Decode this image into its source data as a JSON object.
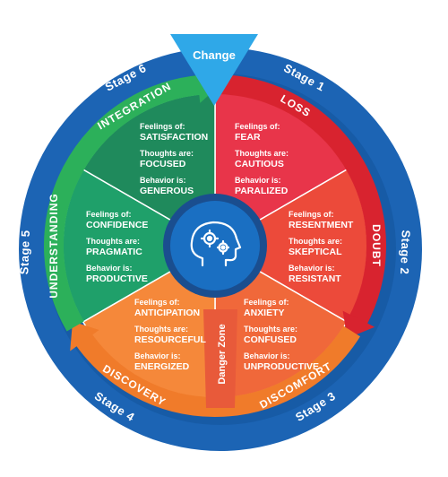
{
  "change_label": "Change",
  "danger_zone_label": "Danger Zone",
  "stages": [
    {
      "stage_label": "Stage 1",
      "name": "LOSS",
      "feelings_label": "Feelings of:",
      "feelings": "FEAR",
      "thoughts_label": "Thoughts are:",
      "thoughts": "CAUTIOUS",
      "behavior_label": "Behavior is:",
      "behavior": "PARALIZED",
      "color": "#e8354a"
    },
    {
      "stage_label": "Stage 2",
      "name": "DOUBT",
      "feelings_label": "Feelings of:",
      "feelings": "RESENTMENT",
      "thoughts_label": "Thoughts are:",
      "thoughts": "SKEPTICAL",
      "behavior_label": "Behavior is:",
      "behavior": "RESISTANT",
      "color": "#ec4a3a"
    },
    {
      "stage_label": "Stage 3",
      "name": "DISCOMFORT",
      "feelings_label": "Feelings of:",
      "feelings": "ANXIETY",
      "thoughts_label": "Thoughts are:",
      "thoughts": "CONFUSED",
      "behavior_label": "Behavior is:",
      "behavior": "UNPRODUCTIVE",
      "color": "#f0683a"
    },
    {
      "stage_label": "Stage 4",
      "name": "DISCOVERY",
      "feelings_label": "Feelings of:",
      "feelings": "ANTICIPATION",
      "thoughts_label": "Thoughts are:",
      "thoughts": "RESOURCEFUL",
      "behavior_label": "Behavior is:",
      "behavior": "ENERGIZED",
      "color": "#f5883a"
    },
    {
      "stage_label": "Stage 5",
      "name": "UNDERSTANDING",
      "feelings_label": "Feelings of:",
      "feelings": "CONFIDENCE",
      "thoughts_label": "Thoughts are:",
      "thoughts": "PRAGMATIC",
      "behavior_label": "Behavior is:",
      "behavior": "PRODUCTIVE",
      "color": "#1fa06a"
    },
    {
      "stage_label": "Stage 6",
      "name": "INTEGRATION",
      "feelings_label": "Feelings of:",
      "feelings": "SATISFACTION",
      "thoughts_label": "Thoughts are:",
      "thoughts": "FOCUSED",
      "behavior_label": "Behavior is:",
      "behavior": "GENEROUS",
      "color": "#1f8a5c"
    }
  ],
  "colors": {
    "outer_ring": "#1c64b4",
    "hub": "#1a6fc2",
    "change_triangle": "#2fa8e8",
    "danger_zone": "#e85a3a",
    "arrow_red": "#d8232f",
    "arrow_orange": "#f07b2a",
    "arrow_green": "#2cb05a"
  },
  "icons": {
    "hub": "head-gears-icon"
  }
}
